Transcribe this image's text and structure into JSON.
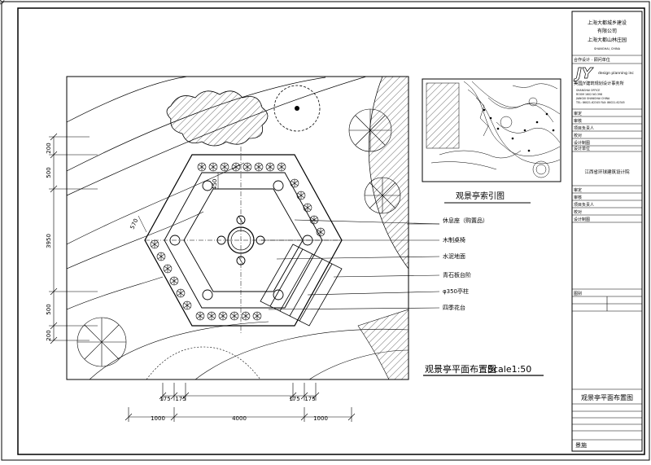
{
  "plan": {
    "title": "观景亭平面布置图",
    "scale": "Scale1:50",
    "callouts": [
      "休息座（购置品）",
      "木制桌椅",
      "水泥地面",
      "青石板台阶",
      "φ350亭柱",
      "四季花台"
    ],
    "dims_left": [
      "200",
      "500",
      "3950",
      "500",
      "200"
    ],
    "dims_bottom_small": [
      "175",
      "175",
      "175",
      "175"
    ],
    "dims_bottom_large": [
      "1000",
      "4000",
      "1000"
    ],
    "dim_inner_450": "450",
    "dim_inner_570": "570"
  },
  "index_map": {
    "title": "观景亭索引图"
  },
  "title_block": {
    "client_lines": [
      "上海大都城乡建设",
      "有限公司",
      "上海大都山林庄园"
    ],
    "client_small": "SHANGHAI, CHINA",
    "collab_label": "合作设计 · 顾问单位",
    "firm_logo": "JY",
    "firm_logo_sub": "design planning inc",
    "firm_name": "美国JY建筑规划设计事务所",
    "firm_addr": [
      "SHANGHAI OFFICE",
      "ROOM 1602 NO.398",
      "JIANGXI SHANGHAI CHINA",
      "TEL: 86021-62345 FAX: 86021-62345"
    ],
    "approval_rows_1": [
      "审定",
      "审核",
      "项目负责人",
      "校对",
      "设计制图"
    ],
    "design_unit_label": "设计单位",
    "design_unit_name": "江西省环球建筑设计院",
    "approval_rows_2": [
      "审定",
      "审核",
      "项目负责人",
      "校对",
      "设计制图"
    ],
    "project_label": "图别",
    "drawing_title": "观景亭平面布置图",
    "drawing_code": "景施"
  }
}
